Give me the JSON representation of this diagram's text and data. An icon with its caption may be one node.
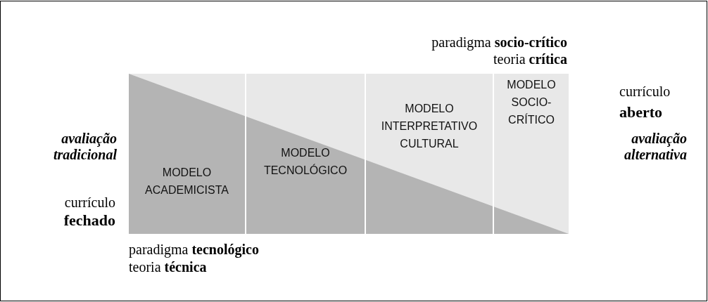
{
  "diagram": {
    "nodes": [
      {
        "text": [
          "MODELO ACADEMICISTA"
        ]
      },
      {
        "text": [
          "MODELO TECNOLÓGICO"
        ]
      },
      {
        "text": [
          "MODELO INTERPRETATIVO CULTURAL"
        ]
      },
      {
        "text": [
          "MODELO SOCIO-CRÍTICO"
        ]
      }
    ],
    "edges": [],
    "labels": [
      "paradigma **socio-crítico**",
      "teoria **crítica**",
      "currículo",
      "aberto",
      "avaliação tradicional",
      "avaliação alternativa",
      "currículo",
      "fechado",
      "paradigma **tecnológico**",
      "teoria **técnica**"
    ]
  }
}
